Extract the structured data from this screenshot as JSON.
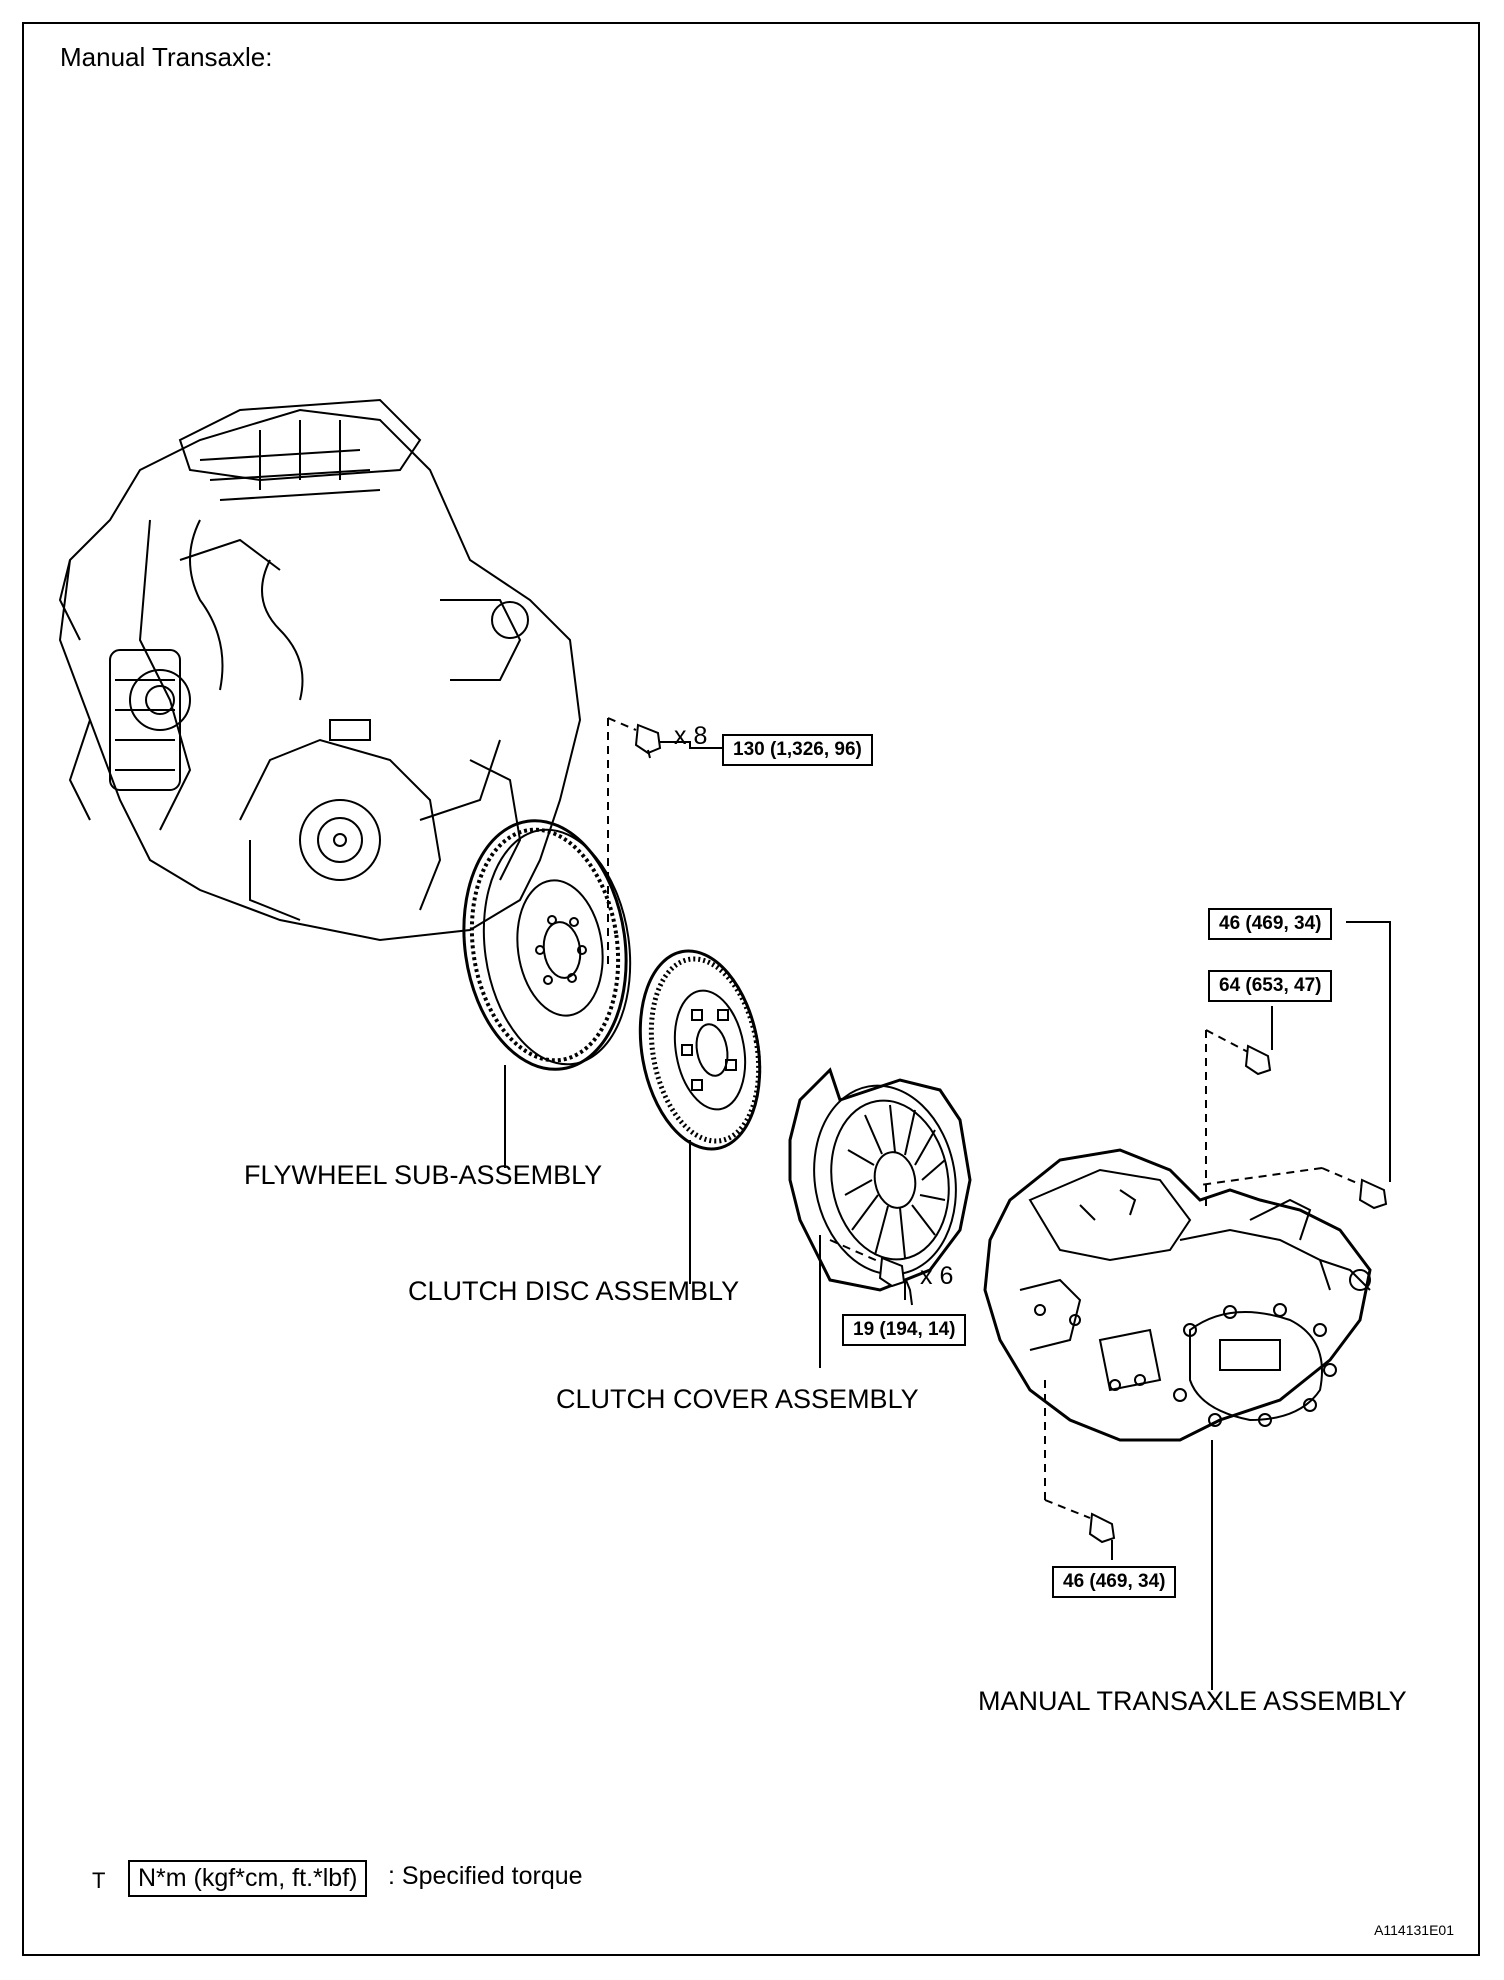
{
  "title": "Manual Transaxle:",
  "components": {
    "flywheel": "FLYWHEEL SUB-ASSEMBLY",
    "clutch_disc": "CLUTCH DISC ASSEMBLY",
    "clutch_cover": "CLUTCH COVER ASSEMBLY",
    "transaxle": "MANUAL TRANSAXLE ASSEMBLY"
  },
  "torques": {
    "flywheel_bolt": "130 (1,326, 96)",
    "flywheel_bolt_qty": "x 8",
    "clutch_cover_bolt": "19 (194, 14)",
    "clutch_cover_bolt_qty": "x 6",
    "transaxle_upper_right": "46 (469, 34)",
    "transaxle_upper": "64 (653, 47)",
    "transaxle_lower": "46 (469, 34)"
  },
  "legend": {
    "symbol": "T",
    "unit": "N*m (kgf*cm, ft.*lbf)",
    "description": ": Specified torque"
  },
  "figure_id": "A114131E01"
}
